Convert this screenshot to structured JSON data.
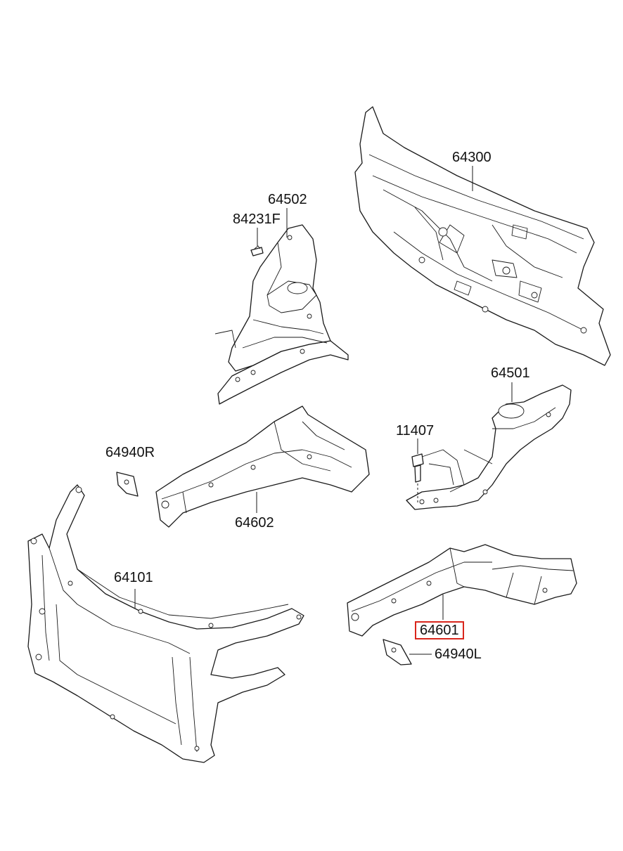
{
  "parts": [
    {
      "id": "p64300",
      "number": "64300"
    },
    {
      "id": "p64502",
      "number": "64502"
    },
    {
      "id": "p84231F",
      "number": "84231F"
    },
    {
      "id": "p64501",
      "number": "64501"
    },
    {
      "id": "p11407",
      "number": "11407"
    },
    {
      "id": "p64940R",
      "number": "64940R"
    },
    {
      "id": "p64602",
      "number": "64602"
    },
    {
      "id": "p64101",
      "number": "64101"
    },
    {
      "id": "p64601",
      "number": "64601",
      "highlighted": true
    },
    {
      "id": "p64940L",
      "number": "64940L"
    }
  ],
  "colors": {
    "highlight": "#d9261c",
    "line": "#1a1a1a",
    "background": "#ffffff"
  }
}
